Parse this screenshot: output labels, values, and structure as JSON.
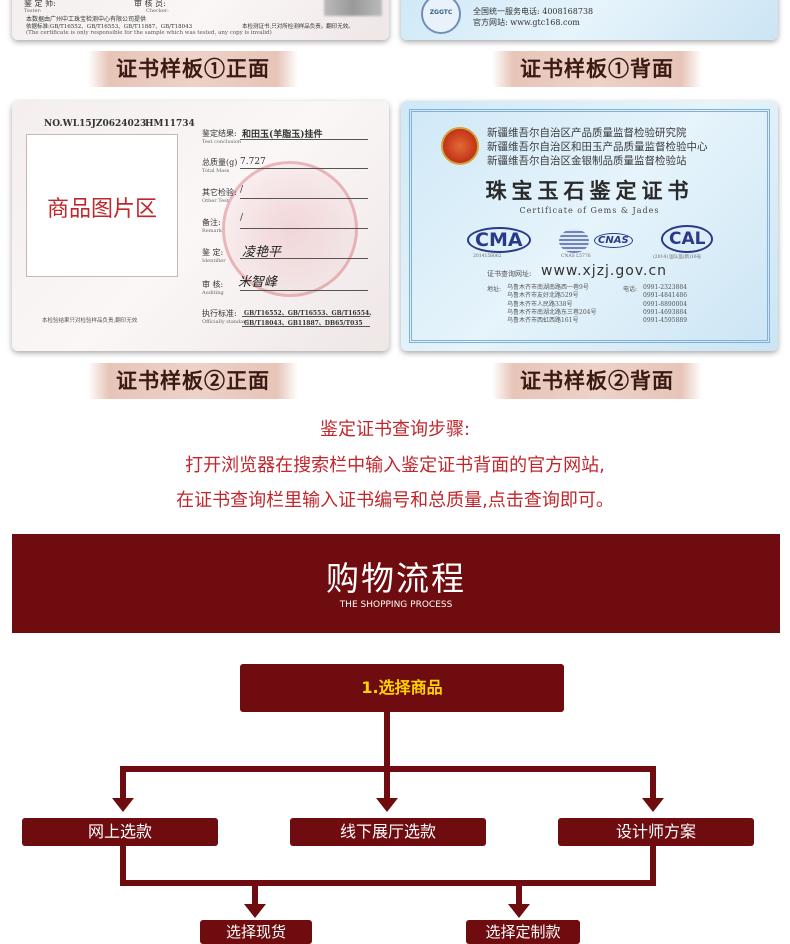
{
  "top_cards": {
    "front_partial": {
      "tester_label": "鉴 定 师:",
      "tester_en": "Tester:",
      "checker_label": "审 核 员:",
      "checker_en": "Checker:",
      "institution": "本数据由广州中工珠宝检测中心有限公司提供",
      "standards": "依据标准:GB/T16552、GB/T16553、GB/T11887、GB/T18043",
      "responsibility": "本检测证书,只对所检测样品负责。翻印无效。",
      "english_note": "(The certificate is only responsible for the sample which was tested, any copy is invalid)"
    },
    "back_partial": {
      "hotline": "全国统一服务电话: 4008168738",
      "website": "官方网站: www.gtc168.com",
      "logo": "ZGGTC"
    }
  },
  "banners": {
    "b1_front": "证书样板①正面",
    "b1_back": "证书样板①背面",
    "b2_front": "证书样板②正面",
    "b2_back": "证书样板②背面"
  },
  "cert2_front": {
    "number": "NO.WL15JZ0624023",
    "code": "HM11734",
    "image_area": "商品图片区",
    "conclusion_label": "鉴定结果:",
    "conclusion_en": "Test conclusion",
    "conclusion_value": "和田玉(羊脂玉)挂件",
    "mass_label": "总质量(g)",
    "mass_en": "Total Mass",
    "mass_value": "7.727",
    "other_label": "其它检验:",
    "other_en": "Other Test",
    "other_value": "/",
    "remark_label": "备注:",
    "remark_en": "Remark",
    "remark_value": "/",
    "identifier_label": "鉴 定:",
    "identifier_en": "Identifier",
    "identifier_sig": "凌艳平",
    "auditing_label": "审 核:",
    "auditing_en": "Auditing",
    "auditing_sig": "米智峰",
    "standard_label": "执行标准:",
    "standard_en": "Officially standard",
    "standard_line1": "GB/T16552、GB/T16553、GB/T16554、",
    "standard_line2": "GB/T18043、GB11887、DB65/T035",
    "footnote": "本检验结果只对检验样品负责,翻印无效"
  },
  "cert2_back": {
    "org1": "新疆维吾尔自治区产品质量监督检验研究院",
    "org2": "新疆维吾尔自治区和田玉产品质量监督检验中心",
    "org3": "新疆维吾尔自治区金银制品质量监督检验站",
    "title": "珠宝玉石鉴定证书",
    "title_en": "Certificate of Gems & Jades",
    "logo_cma": "CMA",
    "logo_cnas": "CNAS",
    "logo_cal": "CAL",
    "logo_cma_sub": "2014158062",
    "logo_cnas_sub": "CNAS L5776",
    "logo_cal_sub": "(2014) 国认监(新)16号",
    "query_label": "证书查询网址:",
    "query_url": "www.xjzj.gov.cn",
    "addr_label": "地址:",
    "addresses": [
      "乌鲁木齐市南湖南路西一巷9号",
      "乌鲁木齐市友好北路529号",
      "乌鲁木齐市人民路338号",
      "乌鲁木齐市南湖北路东三巷204号",
      "乌鲁木齐市西虹西路161号"
    ],
    "phone_label": "电话:",
    "phones": [
      "0991-2323884",
      "0991-4841486",
      "0991-8890004",
      "0991-4693884",
      "0991-4595889"
    ]
  },
  "query_steps": {
    "title": "鉴定证书查询步骤:",
    "line1": "打开浏览器在搜索栏中输入鉴定证书背面的官方网站,",
    "line2": "在证书查询栏里输入证书编号和总质量,点击查询即可。"
  },
  "shopping": {
    "title": "购物流程",
    "subtitle": "THE SHOPPING PROCESS",
    "step1": "1.选择商品",
    "option_online": "网上选款",
    "option_offline": "线下展厅选款",
    "option_designer": "设计师方案",
    "next_left": "选择现货",
    "next_right": "选择定制款"
  },
  "colors": {
    "accent": "#6e0c0f",
    "step_text": "#c0272d",
    "step1_text": "#ffd200"
  }
}
